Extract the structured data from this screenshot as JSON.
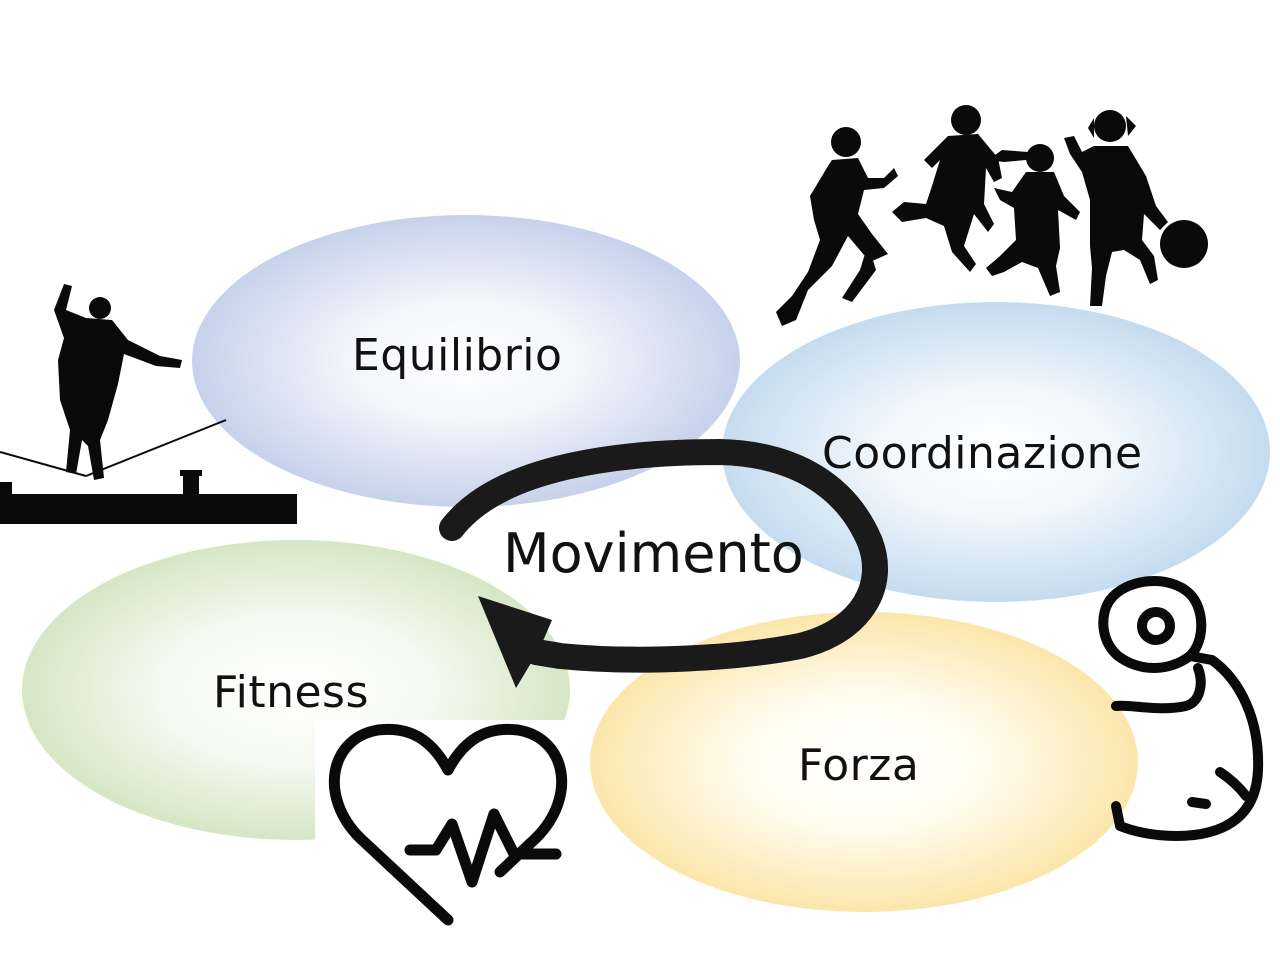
{
  "diagram": {
    "center": {
      "label": "Movimento"
    },
    "nodes": [
      {
        "id": "equilibrio",
        "label": "Equilibrio",
        "color": "#8397cf"
      },
      {
        "id": "coordinazione",
        "label": "Coordinazione",
        "color": "#7faedb"
      },
      {
        "id": "fitness",
        "label": "Fitness",
        "color": "#8dbf6c"
      },
      {
        "id": "forza",
        "label": "Forza",
        "color": "#f6c534"
      }
    ],
    "icons": [
      {
        "id": "tightrope-walker-icon",
        "node": "equilibrio"
      },
      {
        "id": "running-children-icon",
        "node": "coordinazione"
      },
      {
        "id": "heartbeat-icon",
        "node": "fitness"
      },
      {
        "id": "flexed-bicep-icon",
        "node": "forza"
      }
    ],
    "arrow": {
      "type": "circular-arrow",
      "color": "#1a1a1a"
    }
  }
}
